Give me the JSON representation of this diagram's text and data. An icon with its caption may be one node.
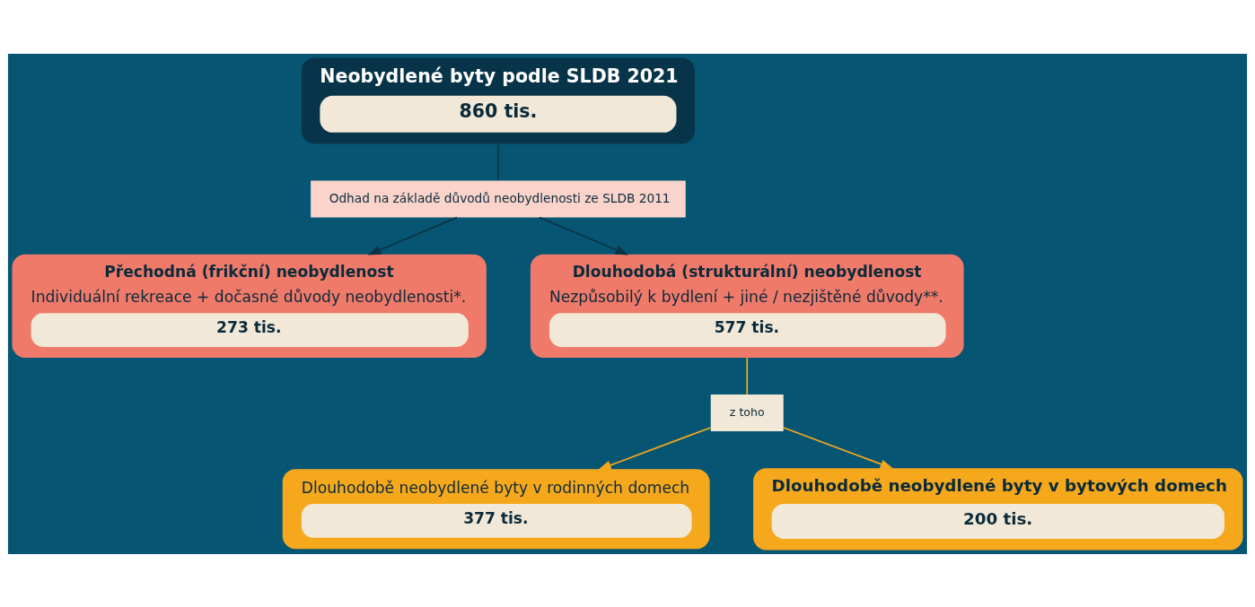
{
  "diagram": {
    "nodes": [
      {
        "text": [
          "Neobydlené byty podle SLDB 2021",
          "860 tis."
        ]
      },
      {
        "text": [
          "Odhad na základě důvodů neobydlenosti ze SLDB 2011"
        ]
      },
      {
        "text": [
          "Přechodná (frikční) neobydlenost",
          "Individuální rekreace + dočasné důvody neobydlenosti*.",
          "273 tis."
        ]
      },
      {
        "text": [
          "Dlouhodobá (strukturální) neobydlenost",
          "Nezpůsobilý k bydlení + jiné / nezjištěné důvody**.",
          "577 tis."
        ]
      },
      {
        "text": [
          "z toho"
        ]
      },
      {
        "text": [
          "Dlouhodobě neobydlené byty v rodinných domech",
          "377 tis."
        ]
      },
      {
        "text": [
          "Dlouhodobě neobydlené byty v bytových domech",
          "200 tis."
        ]
      }
    ],
    "edges": [
      {
        "from": 0,
        "to": 1,
        "arrow": "none"
      },
      {
        "from": 1,
        "to": 2,
        "arrow": "to"
      },
      {
        "from": 1,
        "to": 3,
        "arrow": "to"
      },
      {
        "from": 3,
        "to": 4,
        "arrow": "none",
        "color": "#f5a81c"
      },
      {
        "from": 4,
        "to": 5,
        "arrow": "to",
        "color": "#f5a81c"
      },
      {
        "from": 4,
        "to": 6,
        "arrow": "to",
        "color": "#f5a81c"
      }
    ]
  }
}
